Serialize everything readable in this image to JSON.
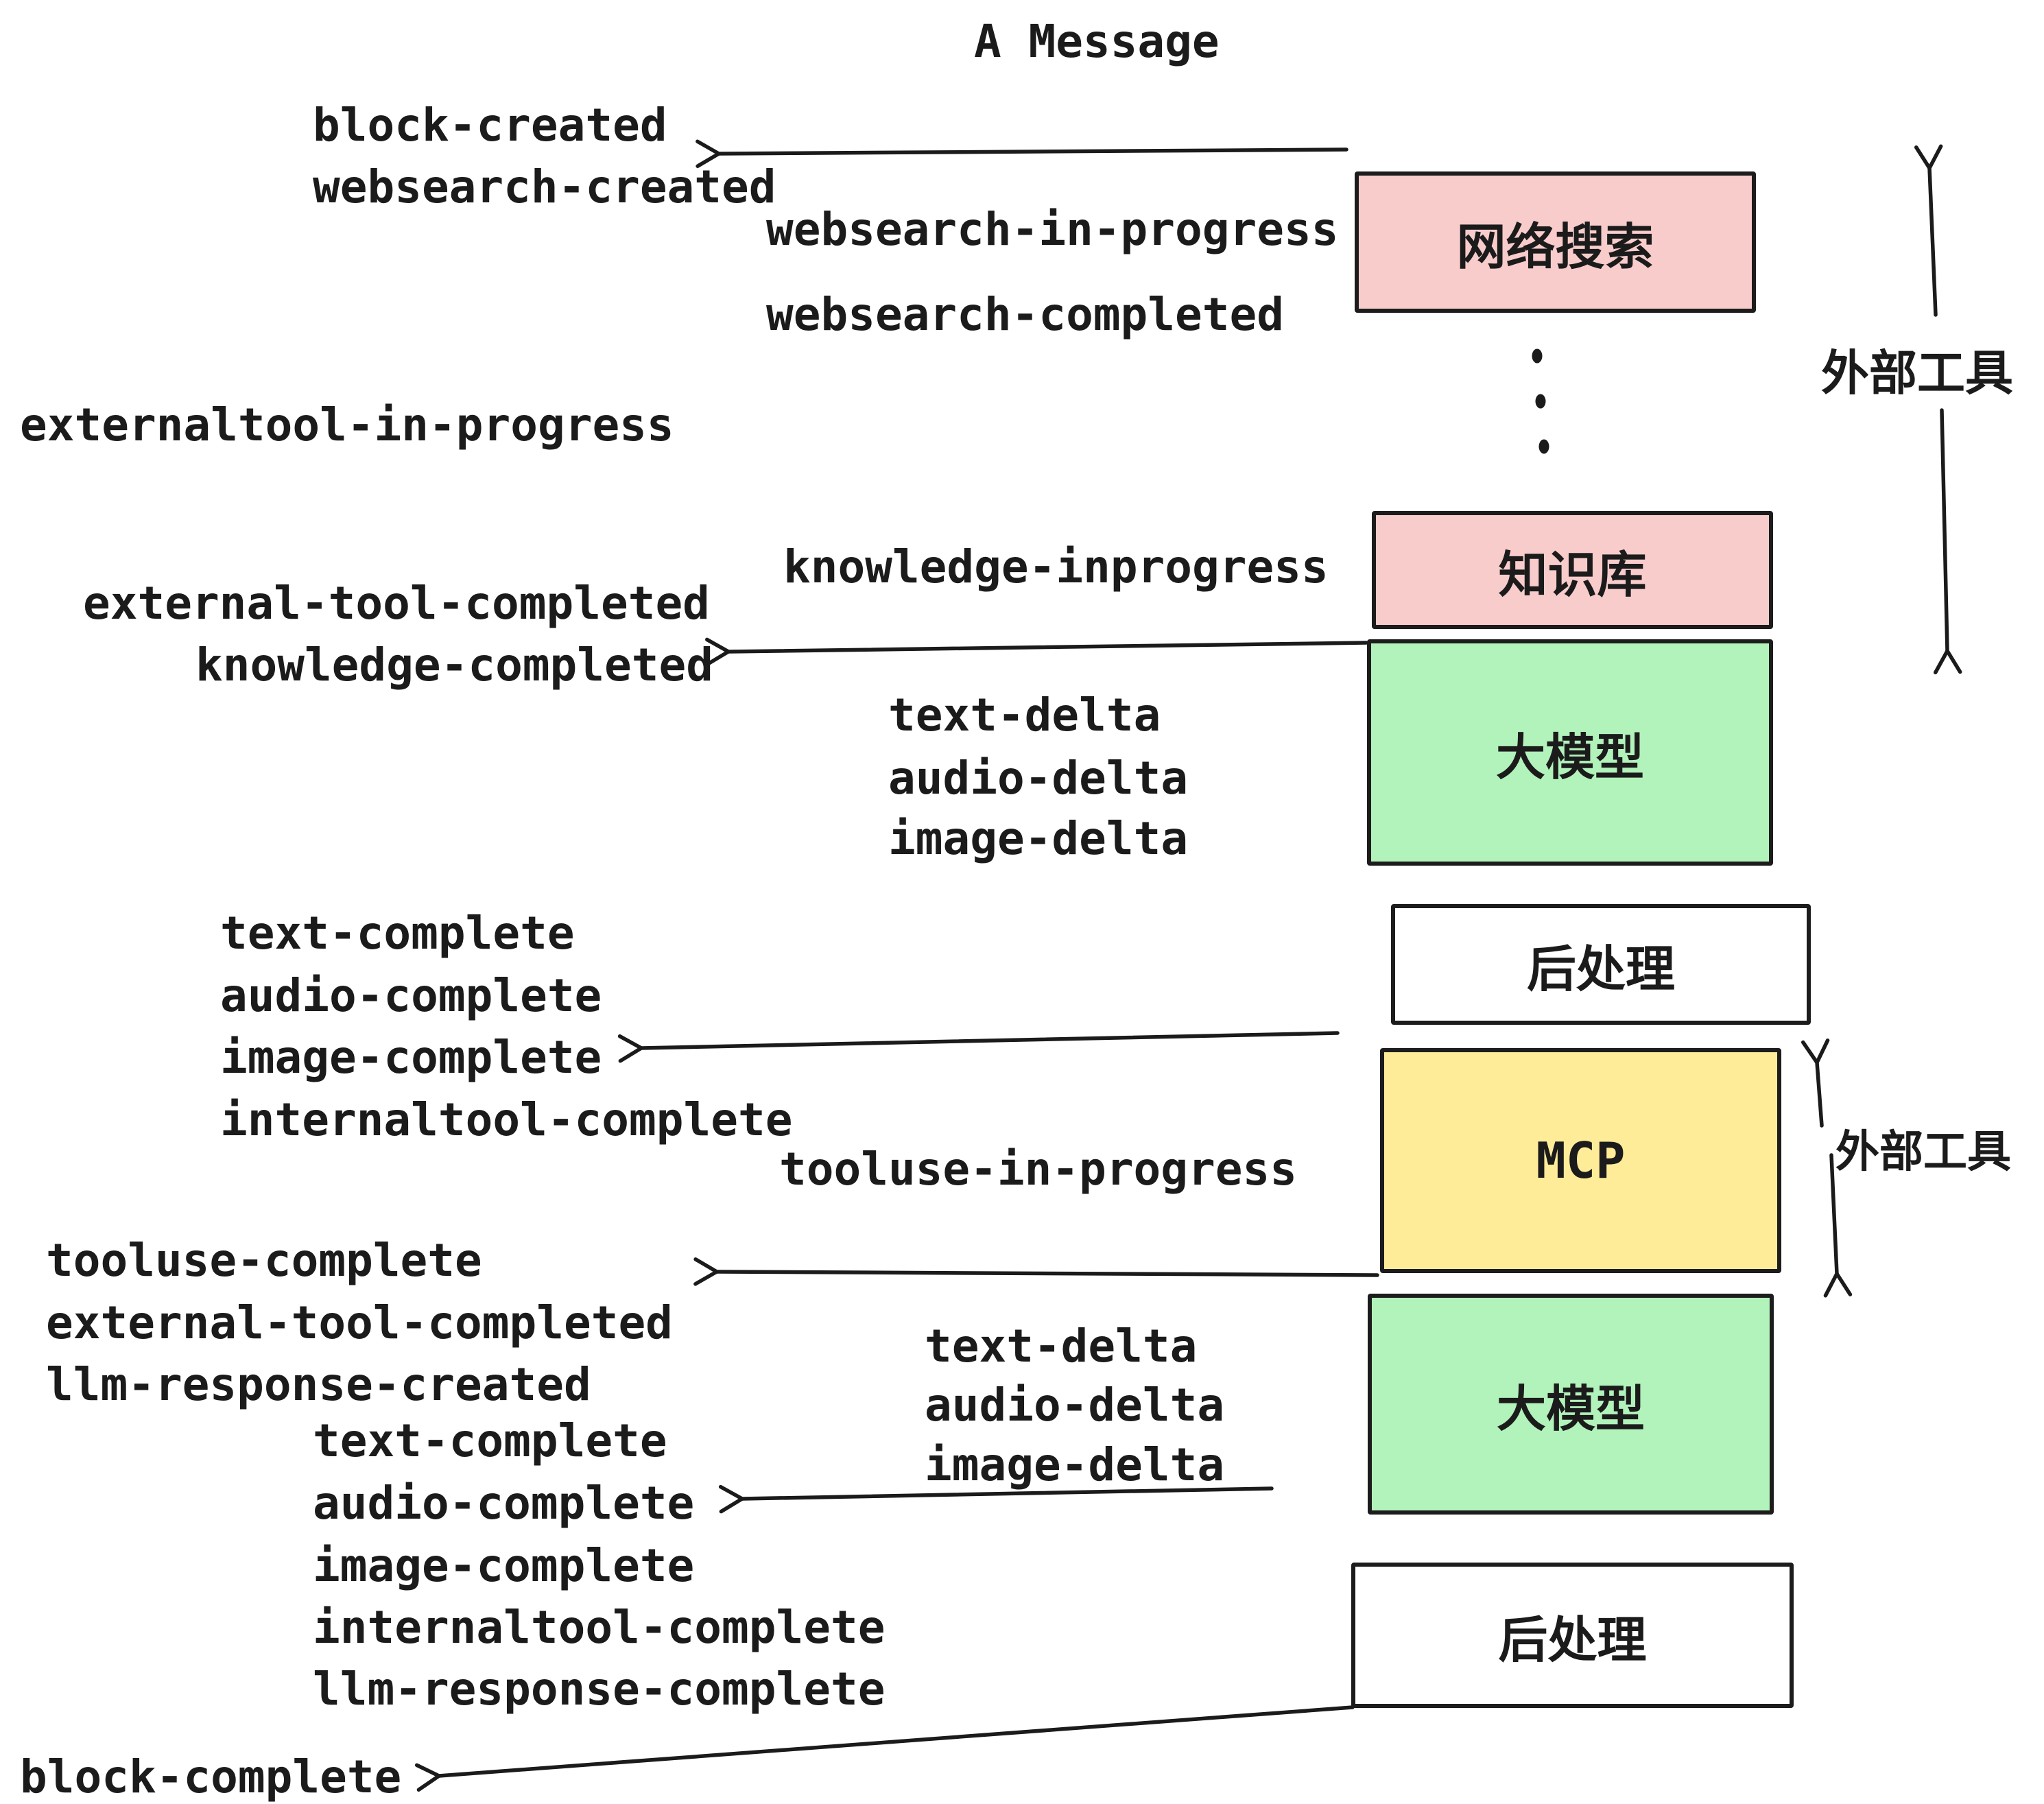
{
  "title": "A Message",
  "colors": {
    "ink": "#1b1b1b",
    "box_pink": "#f9cccc",
    "box_green": "#b2f2bb",
    "box_yellow": "#ffec99",
    "box_white": "#ffffff"
  },
  "boxes": {
    "websearch": {
      "label": "网络搜索"
    },
    "knowledge": {
      "label": "知识库"
    },
    "llm_top": {
      "label": "大模型"
    },
    "post_top": {
      "label": "后处理"
    },
    "mcp": {
      "label": "MCP"
    },
    "llm_bottom": {
      "label": "大模型"
    },
    "post_bottom": {
      "label": "后处理"
    }
  },
  "annotations": {
    "external_tools_top": "外部工具",
    "external_tools_bottom": "外部工具"
  },
  "events": {
    "block_created": "block-created",
    "websearch_created": "websearch-created",
    "websearch_in_progress": "websearch-in-progress",
    "websearch_completed": "websearch-completed",
    "externaltool_in_progress": "externaltool-in-progress",
    "knowledge_inprogress": "knowledge-inprogress",
    "external_tool_completed_1": "external-tool-completed",
    "knowledge_completed": "knowledge-completed",
    "text_delta_1": "text-delta",
    "audio_delta_1": "audio-delta",
    "image_delta_1": "image-delta",
    "text_complete_1": "text-complete",
    "audio_complete_1": "audio-complete",
    "image_complete_1": "image-complete",
    "internaltool_complete_1": "internaltool-complete",
    "tooluse_in_progress": "tooluse-in-progress",
    "tooluse_complete": "tooluse-complete",
    "external_tool_completed_2": "external-tool-completed",
    "llm_response_created": "llm-response-created",
    "text_complete_2": "text-complete",
    "audio_complete_2": "audio-complete",
    "image_complete_2": "image-complete",
    "internaltool_complete_2": "internaltool-complete",
    "llm_response_complete": "llm-response-complete",
    "text_delta_2": "text-delta",
    "audio_delta_2": "audio-delta",
    "image_delta_2": "image-delta",
    "block_complete": "block-complete"
  }
}
